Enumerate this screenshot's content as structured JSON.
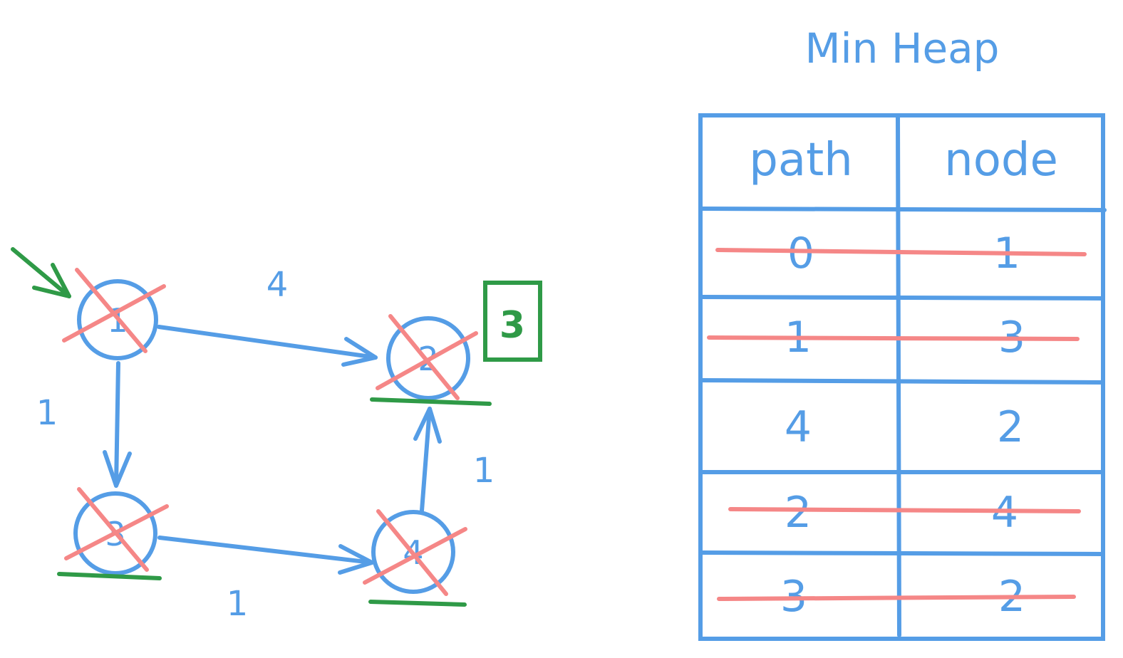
{
  "colors": {
    "ink": "#559de6",
    "strike": "#f58787",
    "visited": "#2f9a47"
  },
  "graph": {
    "nodes": [
      {
        "id": "1",
        "label": "1",
        "crossed": true,
        "underlined": false,
        "start": true
      },
      {
        "id": "2",
        "label": "2",
        "crossed": true,
        "underlined": true,
        "start": false
      },
      {
        "id": "3",
        "label": "3",
        "crossed": true,
        "underlined": true,
        "start": false
      },
      {
        "id": "4",
        "label": "4",
        "crossed": true,
        "underlined": true,
        "start": false
      }
    ],
    "edges": [
      {
        "from": "1",
        "to": "2",
        "weight": "4"
      },
      {
        "from": "1",
        "to": "3",
        "weight": "1"
      },
      {
        "from": "3",
        "to": "4",
        "weight": "1"
      },
      {
        "from": "4",
        "to": "2",
        "weight": "1"
      }
    ],
    "node2_distance": "3"
  },
  "heap": {
    "title": "Min Heap",
    "columns": [
      "path",
      "node"
    ],
    "rows": [
      {
        "path": "0",
        "node": "1",
        "struck": true
      },
      {
        "path": "1",
        "node": "3",
        "struck": true
      },
      {
        "path": "4",
        "node": "2",
        "struck": false
      },
      {
        "path": "2",
        "node": "4",
        "struck": true
      },
      {
        "path": "3",
        "node": "2",
        "struck": true
      }
    ]
  }
}
